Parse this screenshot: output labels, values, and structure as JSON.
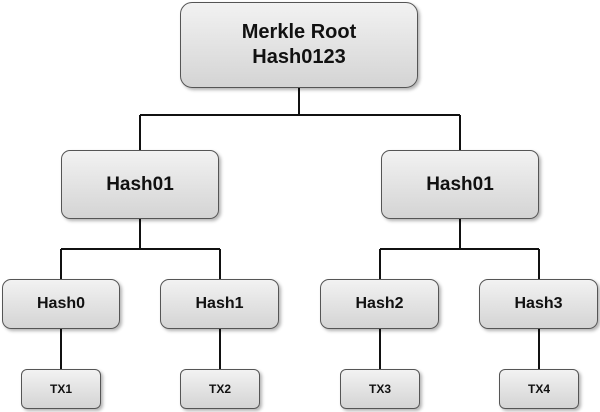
{
  "root": {
    "line1": "Merkle Root",
    "line2": "Hash0123"
  },
  "level1": [
    {
      "label": "Hash01"
    },
    {
      "label": "Hash01"
    }
  ],
  "level2": [
    {
      "label": "Hash0"
    },
    {
      "label": "Hash1"
    },
    {
      "label": "Hash2"
    },
    {
      "label": "Hash3"
    }
  ],
  "transactions": [
    {
      "label": "TX1"
    },
    {
      "label": "TX2"
    },
    {
      "label": "TX3"
    },
    {
      "label": "TX4"
    }
  ],
  "colors": {
    "node_border": "#555555",
    "node_fill_top": "#f2f2f2",
    "node_fill_bottom": "#d4d4d4",
    "connector": "#111111"
  }
}
